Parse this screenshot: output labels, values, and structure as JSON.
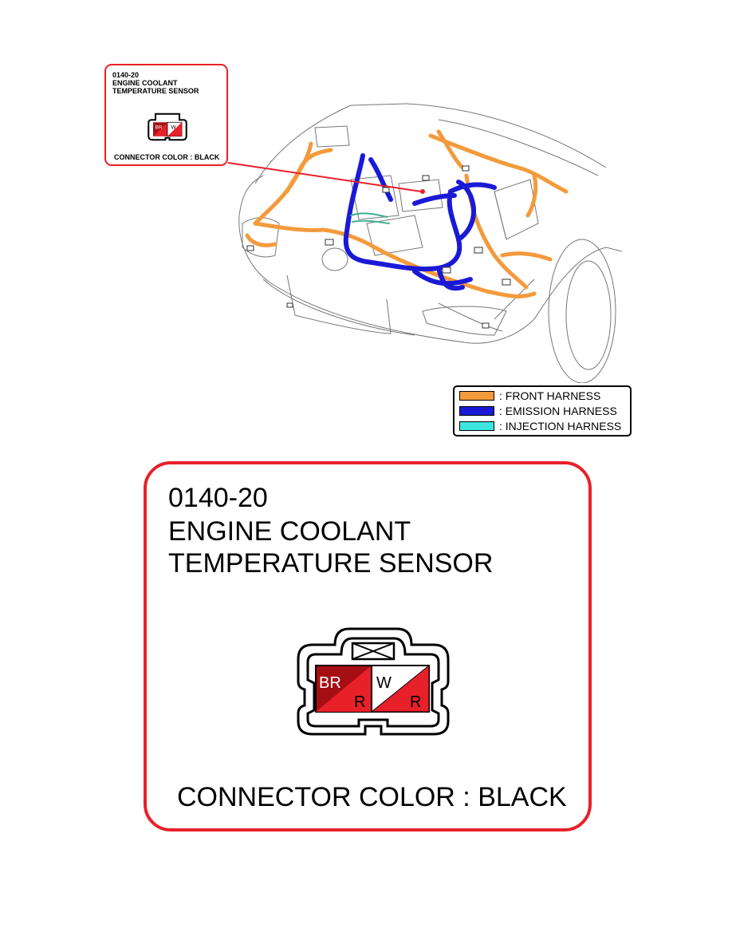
{
  "small_callout": {
    "code": "0140-20",
    "name": "ENGINE COOLANT TEMPERATURE SENSOR",
    "connector_color": "CONNECTOR COLOR : BLACK"
  },
  "connector": {
    "pin1_wire": "BR",
    "pin1_stripe": "R",
    "pin2_wire": "W",
    "pin2_stripe": "R"
  },
  "legend": [
    {
      "label": ": FRONT HARNESS",
      "color": "#f39a3c"
    },
    {
      "label": ": EMISSION HARNESS",
      "color": "#1a1ad6"
    },
    {
      "label": ": INJECTION HARNESS",
      "color": "#3fe6df"
    }
  ],
  "big_callout": {
    "code": "0140-20",
    "name": "ENGINE COOLANT TEMPERATURE SENSOR",
    "connector_color": "CONNECTOR COLOR : BLACK"
  },
  "colors": {
    "callout_border": "#e8202a",
    "pin_dark": "#a50f14",
    "pin_red": "#e8202a"
  }
}
